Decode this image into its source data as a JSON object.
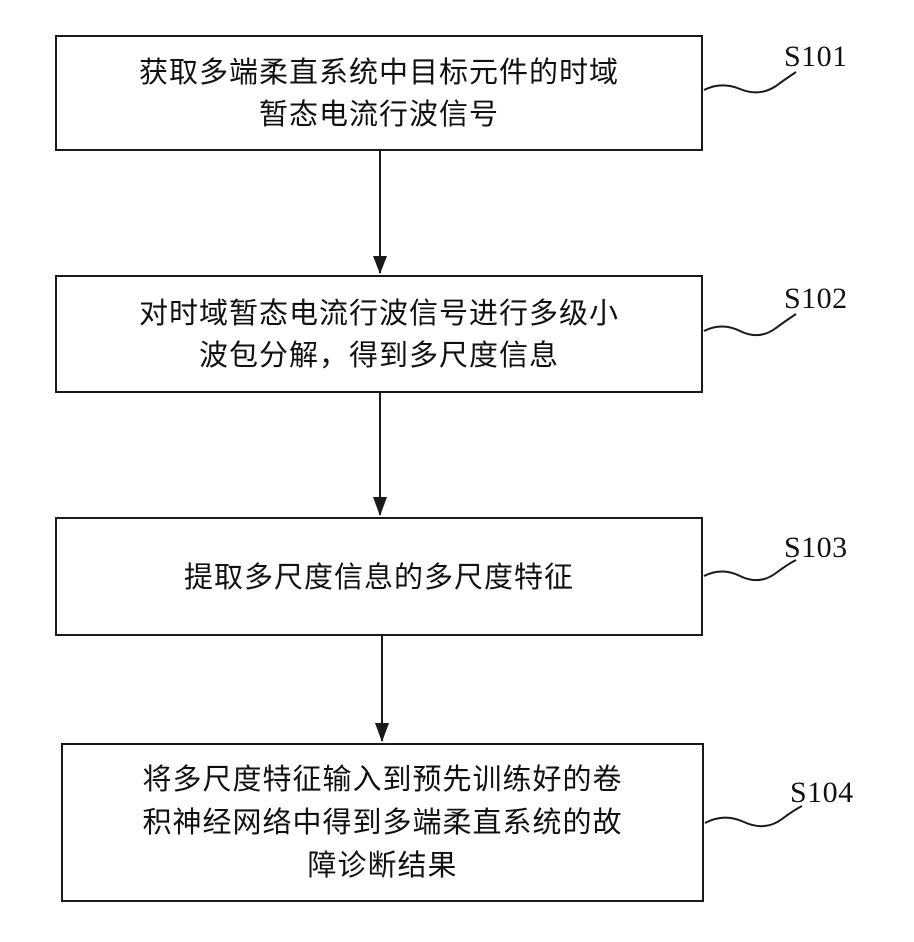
{
  "steps": [
    {
      "id": "S101",
      "text": "获取多端柔直系统中目标元件的时域\n暂态电流行波信号"
    },
    {
      "id": "S102",
      "text": "对时域暂态电流行波信号进行多级小\n波包分解，得到多尺度信息"
    },
    {
      "id": "S103",
      "text": "提取多尺度信息的多尺度特征"
    },
    {
      "id": "S104",
      "text": "将多尺度特征输入到预先训练好的卷\n积神经网络中得到多端柔直系统的故\n障诊断结果"
    }
  ]
}
